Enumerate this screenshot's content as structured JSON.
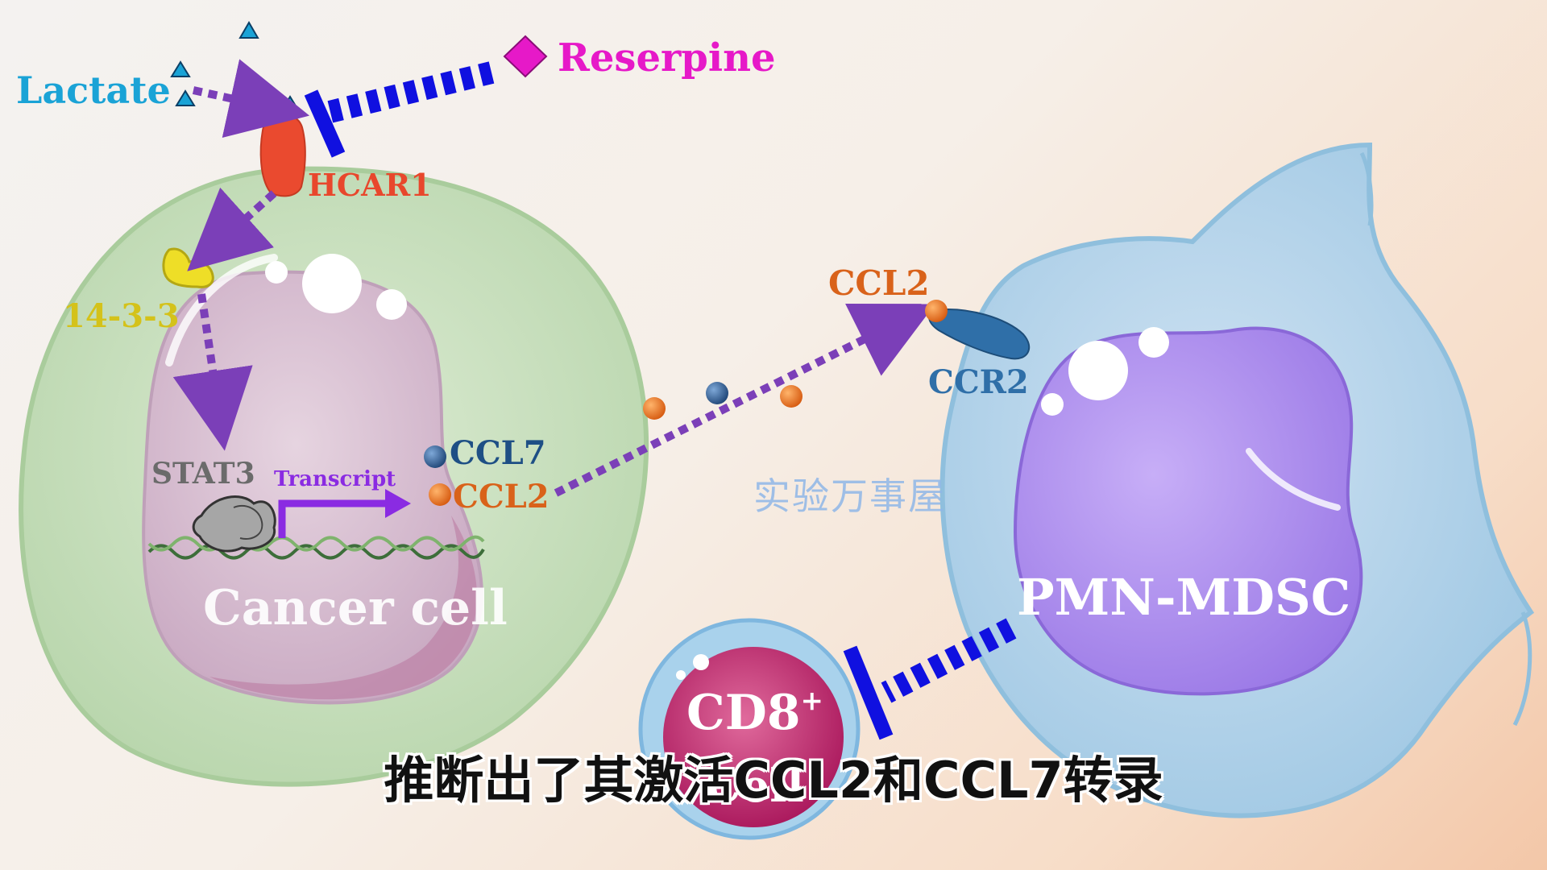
{
  "labels": {
    "lactate": "Lactate",
    "reserpine": "Reserpine",
    "hcar1": "HCAR1",
    "protein_14_3_3": "14-3-3",
    "stat3": "STAT3",
    "transcript": "Transcript",
    "ccl7": "CCL7",
    "ccl2_inside": "CCL2",
    "ccl2_receptor": "CCL2",
    "ccr2": "CCR2",
    "cancer_cell": "Cancer cell",
    "pmn_mdsc": "PMN-MDSC",
    "cd8": "CD8",
    "cd8_sup": "+",
    "cell": "Cell"
  },
  "watermark": "实验万事屋",
  "subtitle": "推断出了其激活CCL2和CCL7转录",
  "colors": {
    "lactate": "#1aa3d6",
    "reserpine": "#e619c8",
    "hcar1": "#e8472c",
    "protein_14_3_3": "#d4c21a",
    "stat3": "#6b6b6b",
    "transcript": "#8a2be2",
    "ccl7": "#1e4f85",
    "ccl2": "#d9621a",
    "ccr2": "#2f6fa8",
    "inhibit": "#1010e0",
    "arrow": "#7b3fb8",
    "cancer_cytoplasm": "#cfe3c6",
    "cancer_nucleus": "#dcc6d6",
    "mdsc_body": "#b9d5ec",
    "mdsc_nucleus": "#b394f0",
    "cd8_cell": "#c2306f"
  }
}
